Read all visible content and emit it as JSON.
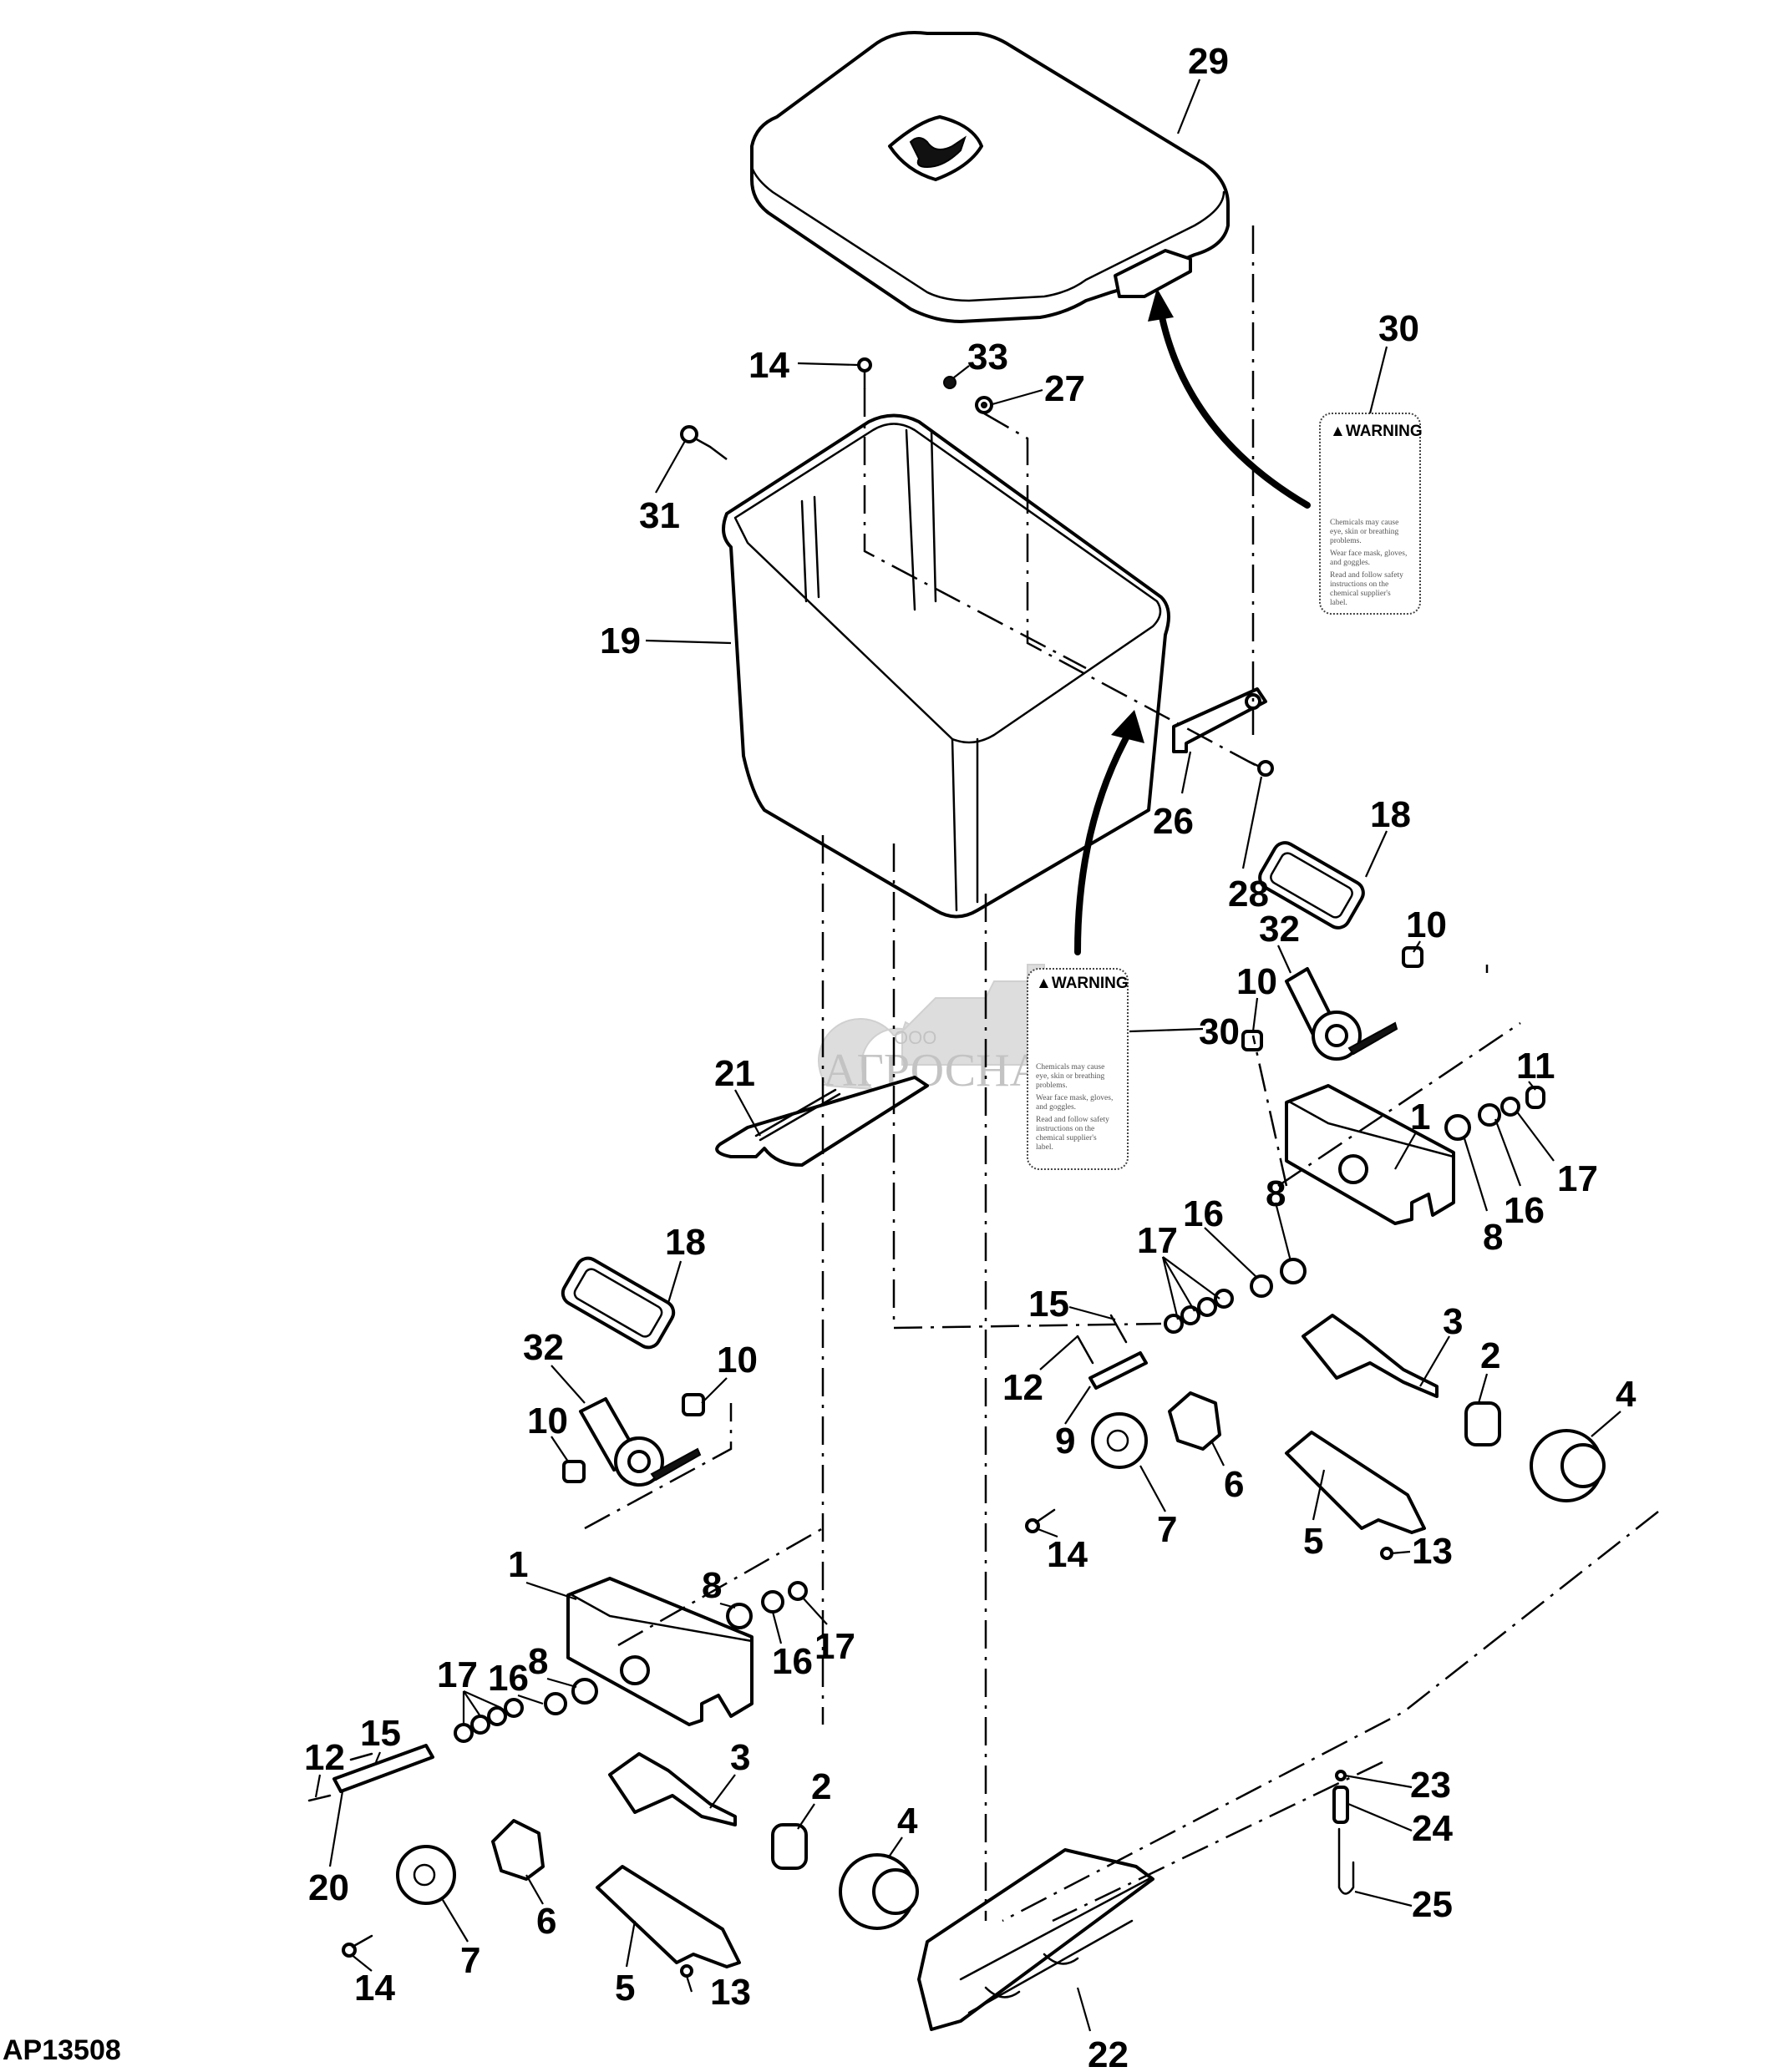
{
  "figure_id": "AP13508",
  "watermark": {
    "prefix": "ООО",
    "name": "АГРОСНАБ"
  },
  "warning_decal": {
    "title": "WARNING",
    "icon": "warning-triangle-icon",
    "lines": [
      "Chemicals may cause",
      "eye, skin or breathing",
      "problems.",
      "Wear face mask, gloves,",
      "and goggles.",
      "Read and follow safety",
      "instructions on the",
      "chemical supplier's",
      "label."
    ]
  },
  "brand_logo": "leaping-deer-logo-icon",
  "callouts": {
    "c29": "29",
    "c14a": "14",
    "c33": "33",
    "c27": "27",
    "c31": "31",
    "c19": "19",
    "c30a": "30",
    "c26": "26",
    "c28": "28",
    "c18a": "18",
    "c32a": "32",
    "c10a": "10",
    "c10b": "10",
    "c30b": "30",
    "c21": "21",
    "c11": "11",
    "c1a": "1",
    "c17a": "17",
    "c16a": "16",
    "c8a": "8",
    "c8b": "8",
    "c16b": "16",
    "c17b": "17",
    "c15a": "15",
    "c3a": "3",
    "c12a": "12",
    "c2a": "2",
    "c4a": "4",
    "c9": "9",
    "c6a": "6",
    "c7a": "7",
    "c14b": "14",
    "c5a": "5",
    "c13a": "13",
    "c18b": "18",
    "c32b": "32",
    "c10c": "10",
    "c10d": "10",
    "c1b": "1",
    "c8c": "8",
    "c16c": "16",
    "c17c": "17",
    "c17d": "17",
    "c16d": "16",
    "c8d": "8",
    "c15b": "15",
    "c12b": "12",
    "c3b": "3",
    "c2b": "2",
    "c4b": "4",
    "c20": "20",
    "c6b": "6",
    "c7b": "7",
    "c14c": "14",
    "c5b": "5",
    "c13b": "13",
    "c22": "22",
    "c23": "23",
    "c24": "24",
    "c25": "25"
  }
}
